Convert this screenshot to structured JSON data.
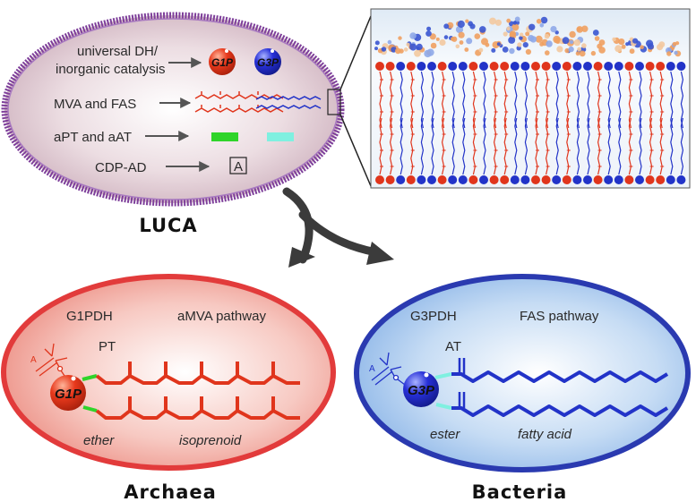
{
  "luca": {
    "title": "LUCA",
    "rows": [
      {
        "text_lines": [
          "universal DH/",
          "inorganic catalysis"
        ]
      },
      {
        "text_lines": [
          "MVA and FAS"
        ]
      },
      {
        "text_lines": [
          "aPT and aAT"
        ]
      },
      {
        "text_lines": [
          "CDP-AD"
        ]
      }
    ],
    "g1p": "G1P",
    "g3p": "G3P",
    "box_letter": "A"
  },
  "archaea": {
    "title": "Archaea",
    "enzyme": "G1PDH",
    "pathway": "aMVA pathway",
    "transferase": "PT",
    "head": "G1P",
    "head_group": "A",
    "linkage": "ether",
    "chain": "isoprenoid"
  },
  "bacteria": {
    "title": "Bacteria",
    "enzyme": "G3PDH",
    "pathway": "FAS pathway",
    "transferase": "AT",
    "head": "G3P",
    "head_group": "A",
    "linkage": "ester",
    "chain": "fatty acid"
  },
  "colors": {
    "archaea_red": "#e0351c",
    "bacteria_blue": "#2233c8",
    "luca_border": "#7e3f9a",
    "green_bar": "#2fd42a",
    "cyan_bar": "#7ff0e0"
  }
}
